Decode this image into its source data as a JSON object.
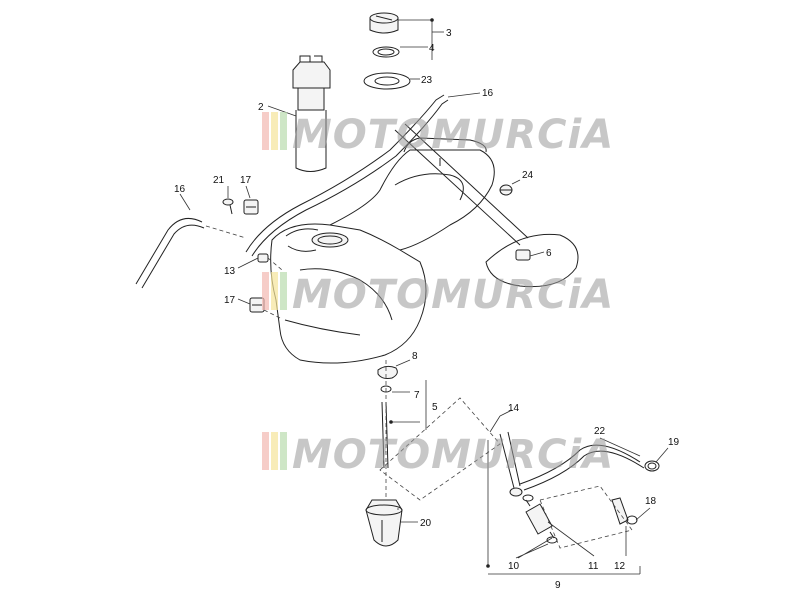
{
  "watermark": {
    "text": "MOTOMURCiA"
  },
  "labels": {
    "l2": "2",
    "l3": "3",
    "l4": "4",
    "l5": "5",
    "l6": "6",
    "l7": "7",
    "l8": "8",
    "l9": "9",
    "l10": "10",
    "l11": "11",
    "l12": "12",
    "l13": "13",
    "l14": "14",
    "l16a": "16",
    "l16b": "16",
    "l17a": "17",
    "l17b": "17",
    "l18": "18",
    "l19": "19",
    "l20": "20",
    "l21": "21",
    "l22": "22",
    "l23": "23",
    "l24": "24"
  }
}
